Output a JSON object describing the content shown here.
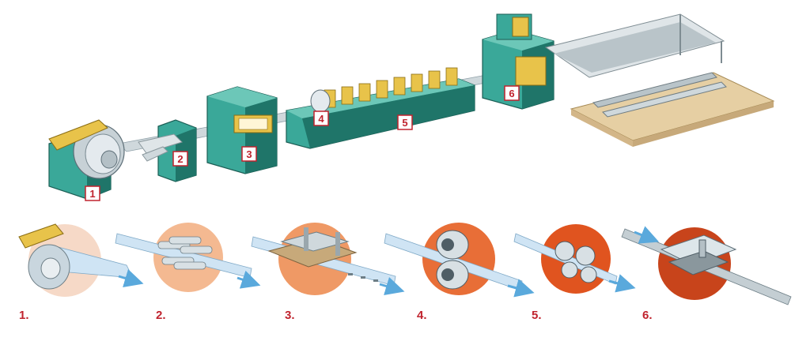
{
  "colors": {
    "machine": "#3aa899",
    "machine_dark": "#1f7569",
    "machine_light": "#6cc7b8",
    "accent_yellow": "#e8c34a",
    "label_red": "#c0232e",
    "strip_blue": "#9fc9e6",
    "circle_1": "#f6d9c7",
    "circle_2": "#f4b991",
    "circle_3": "#ef9965",
    "circle_4": "#e86e37",
    "circle_5": "#e0541f",
    "circle_6": "#c8441b"
  },
  "machine_labels": [
    "1",
    "2",
    "3",
    "4",
    "5",
    "6"
  ],
  "step_labels": [
    "1.",
    "2.",
    "3.",
    "4.",
    "5.",
    "6."
  ]
}
